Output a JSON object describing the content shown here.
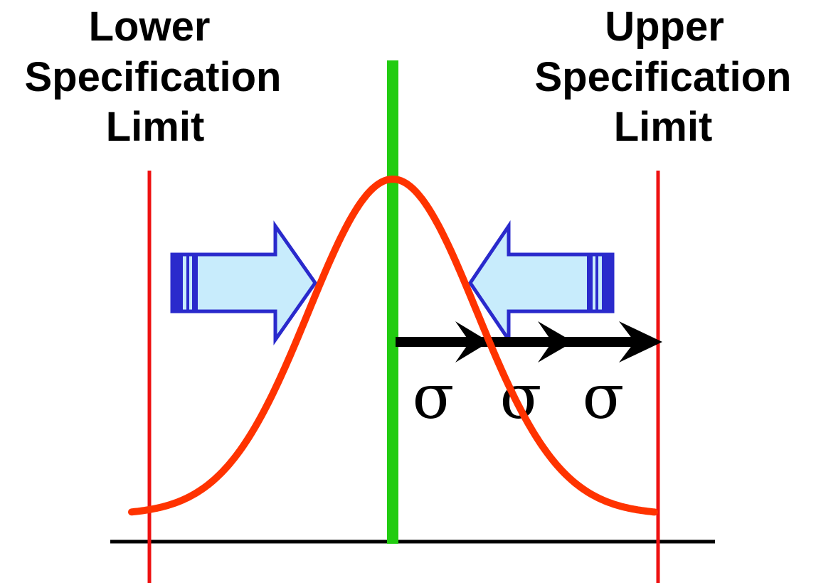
{
  "labels": {
    "lower_limit": [
      "Lower",
      "Specification",
      "Limit"
    ],
    "upper_limit": [
      "Upper",
      "Specification",
      "Limit"
    ],
    "sigma": [
      "σ",
      "σ",
      "σ"
    ]
  },
  "colors": {
    "limit_line": "#ee1111",
    "center_line": "#22cc11",
    "distribution_curve": "#ff3300",
    "arrow_fill": "#c8ecfc",
    "arrow_stroke": "#2a2acc",
    "baseline": "#000000",
    "sigma_arrow": "#000000"
  },
  "icons": {
    "left_arrow": "block-arrow-right-icon",
    "right_arrow": "block-arrow-left-icon",
    "sigma_arrows": "arrow-right-icon"
  }
}
